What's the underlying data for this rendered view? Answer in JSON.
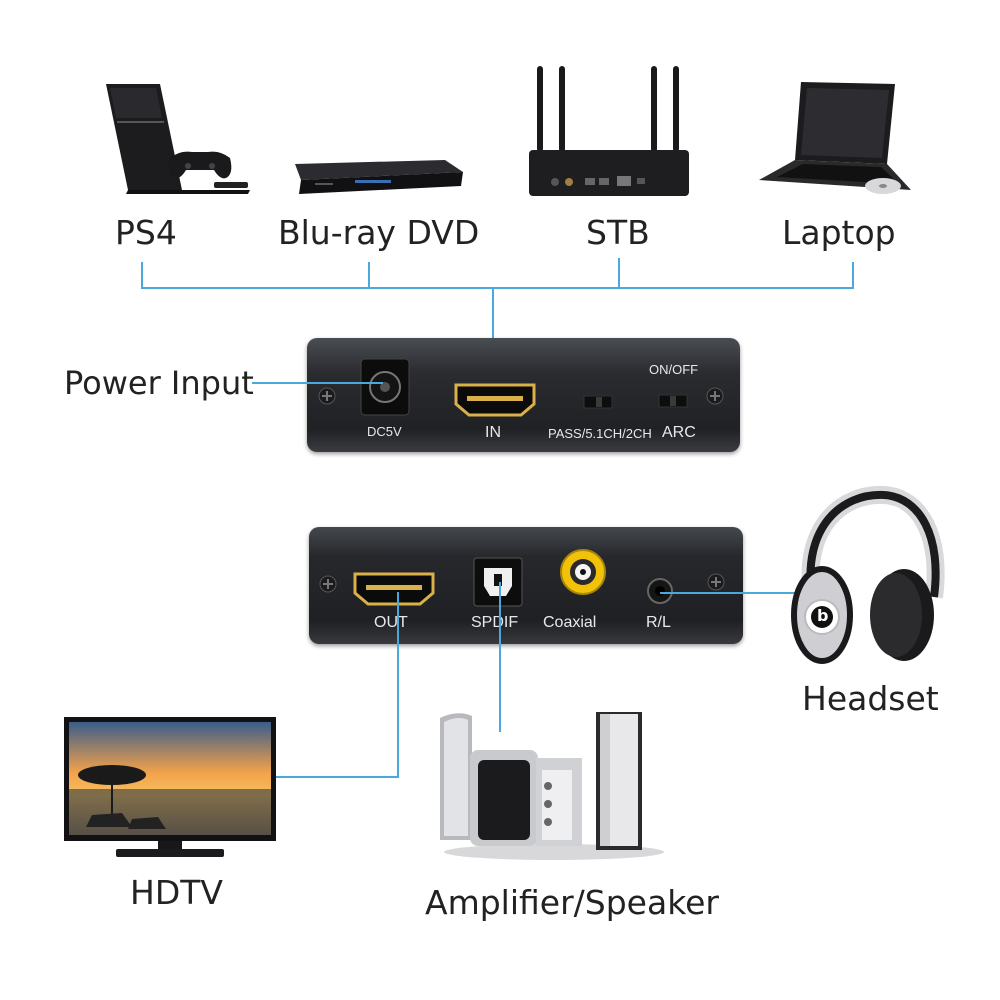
{
  "sources": {
    "ps4": "PS4",
    "bluray": "Blu-ray DVD",
    "stb": "STB",
    "laptop": "Laptop"
  },
  "power_input": "Power Input",
  "front_panel": {
    "dc5v": "DC5V",
    "in": "IN",
    "mode_switch": "PASS/5.1CH/2CH",
    "on_off": "ON/OFF",
    "arc": "ARC"
  },
  "back_panel": {
    "out": "OUT",
    "spdif": "SPDIF",
    "coaxial": "Coaxial",
    "rl": "R/L"
  },
  "outputs": {
    "headset": "Headset",
    "hdtv": "HDTV",
    "amplifier": "Amplifier/Speaker"
  },
  "headphone_logo": "b",
  "colors": {
    "connector_line": "#4aa8dd",
    "hdmi_gold": "#d9b04a",
    "panel_dark": "#2b2d31",
    "rca_yellow": "#f2c20a"
  }
}
